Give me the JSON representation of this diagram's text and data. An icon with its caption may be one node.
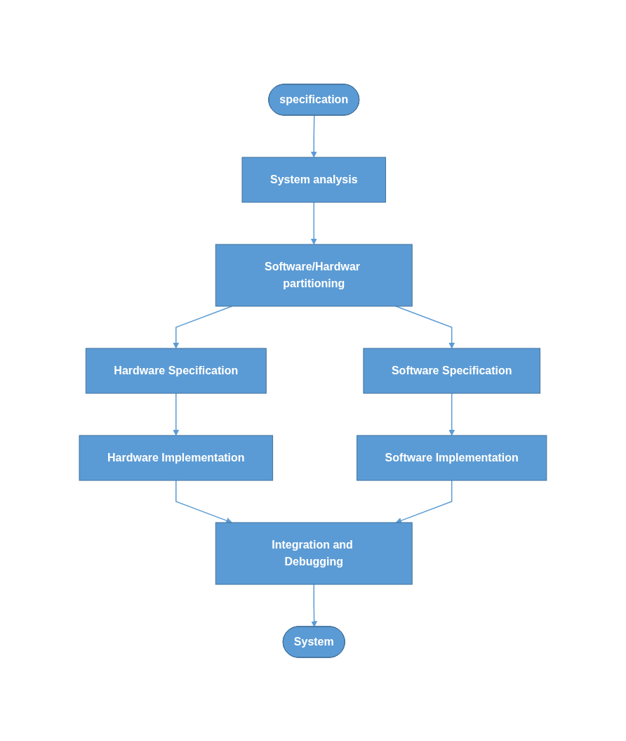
{
  "diagram": {
    "nodes": [
      {
        "text": [
          "specification"
        ]
      },
      {
        "text": [
          "System analysis"
        ]
      },
      {
        "text": [
          "Software/Hardwar partitioning"
        ]
      },
      {
        "text": [
          "Hardware Specification"
        ]
      },
      {
        "text": [
          "Software Specification"
        ]
      },
      {
        "text": [
          "Hardware Implementation"
        ]
      },
      {
        "text": [
          "Software Implementation"
        ]
      },
      {
        "text": [
          "Integration and Debugging"
        ]
      },
      {
        "text": [
          "System"
        ]
      }
    ],
    "edges": [
      {
        "from": 0,
        "to": 1,
        "arrow": "to"
      },
      {
        "from": 1,
        "to": 2,
        "arrow": "to"
      },
      {
        "from": 2,
        "to": 3,
        "arrow": "to"
      },
      {
        "from": 2,
        "to": 4,
        "arrow": "to"
      },
      {
        "from": 3,
        "to": 5,
        "arrow": "to"
      },
      {
        "from": 4,
        "to": 6,
        "arrow": "to"
      },
      {
        "from": 5,
        "to": 7,
        "arrow": "to"
      },
      {
        "from": 6,
        "to": 7,
        "arrow": "to"
      },
      {
        "from": 7,
        "to": 8,
        "arrow": "to"
      }
    ]
  }
}
